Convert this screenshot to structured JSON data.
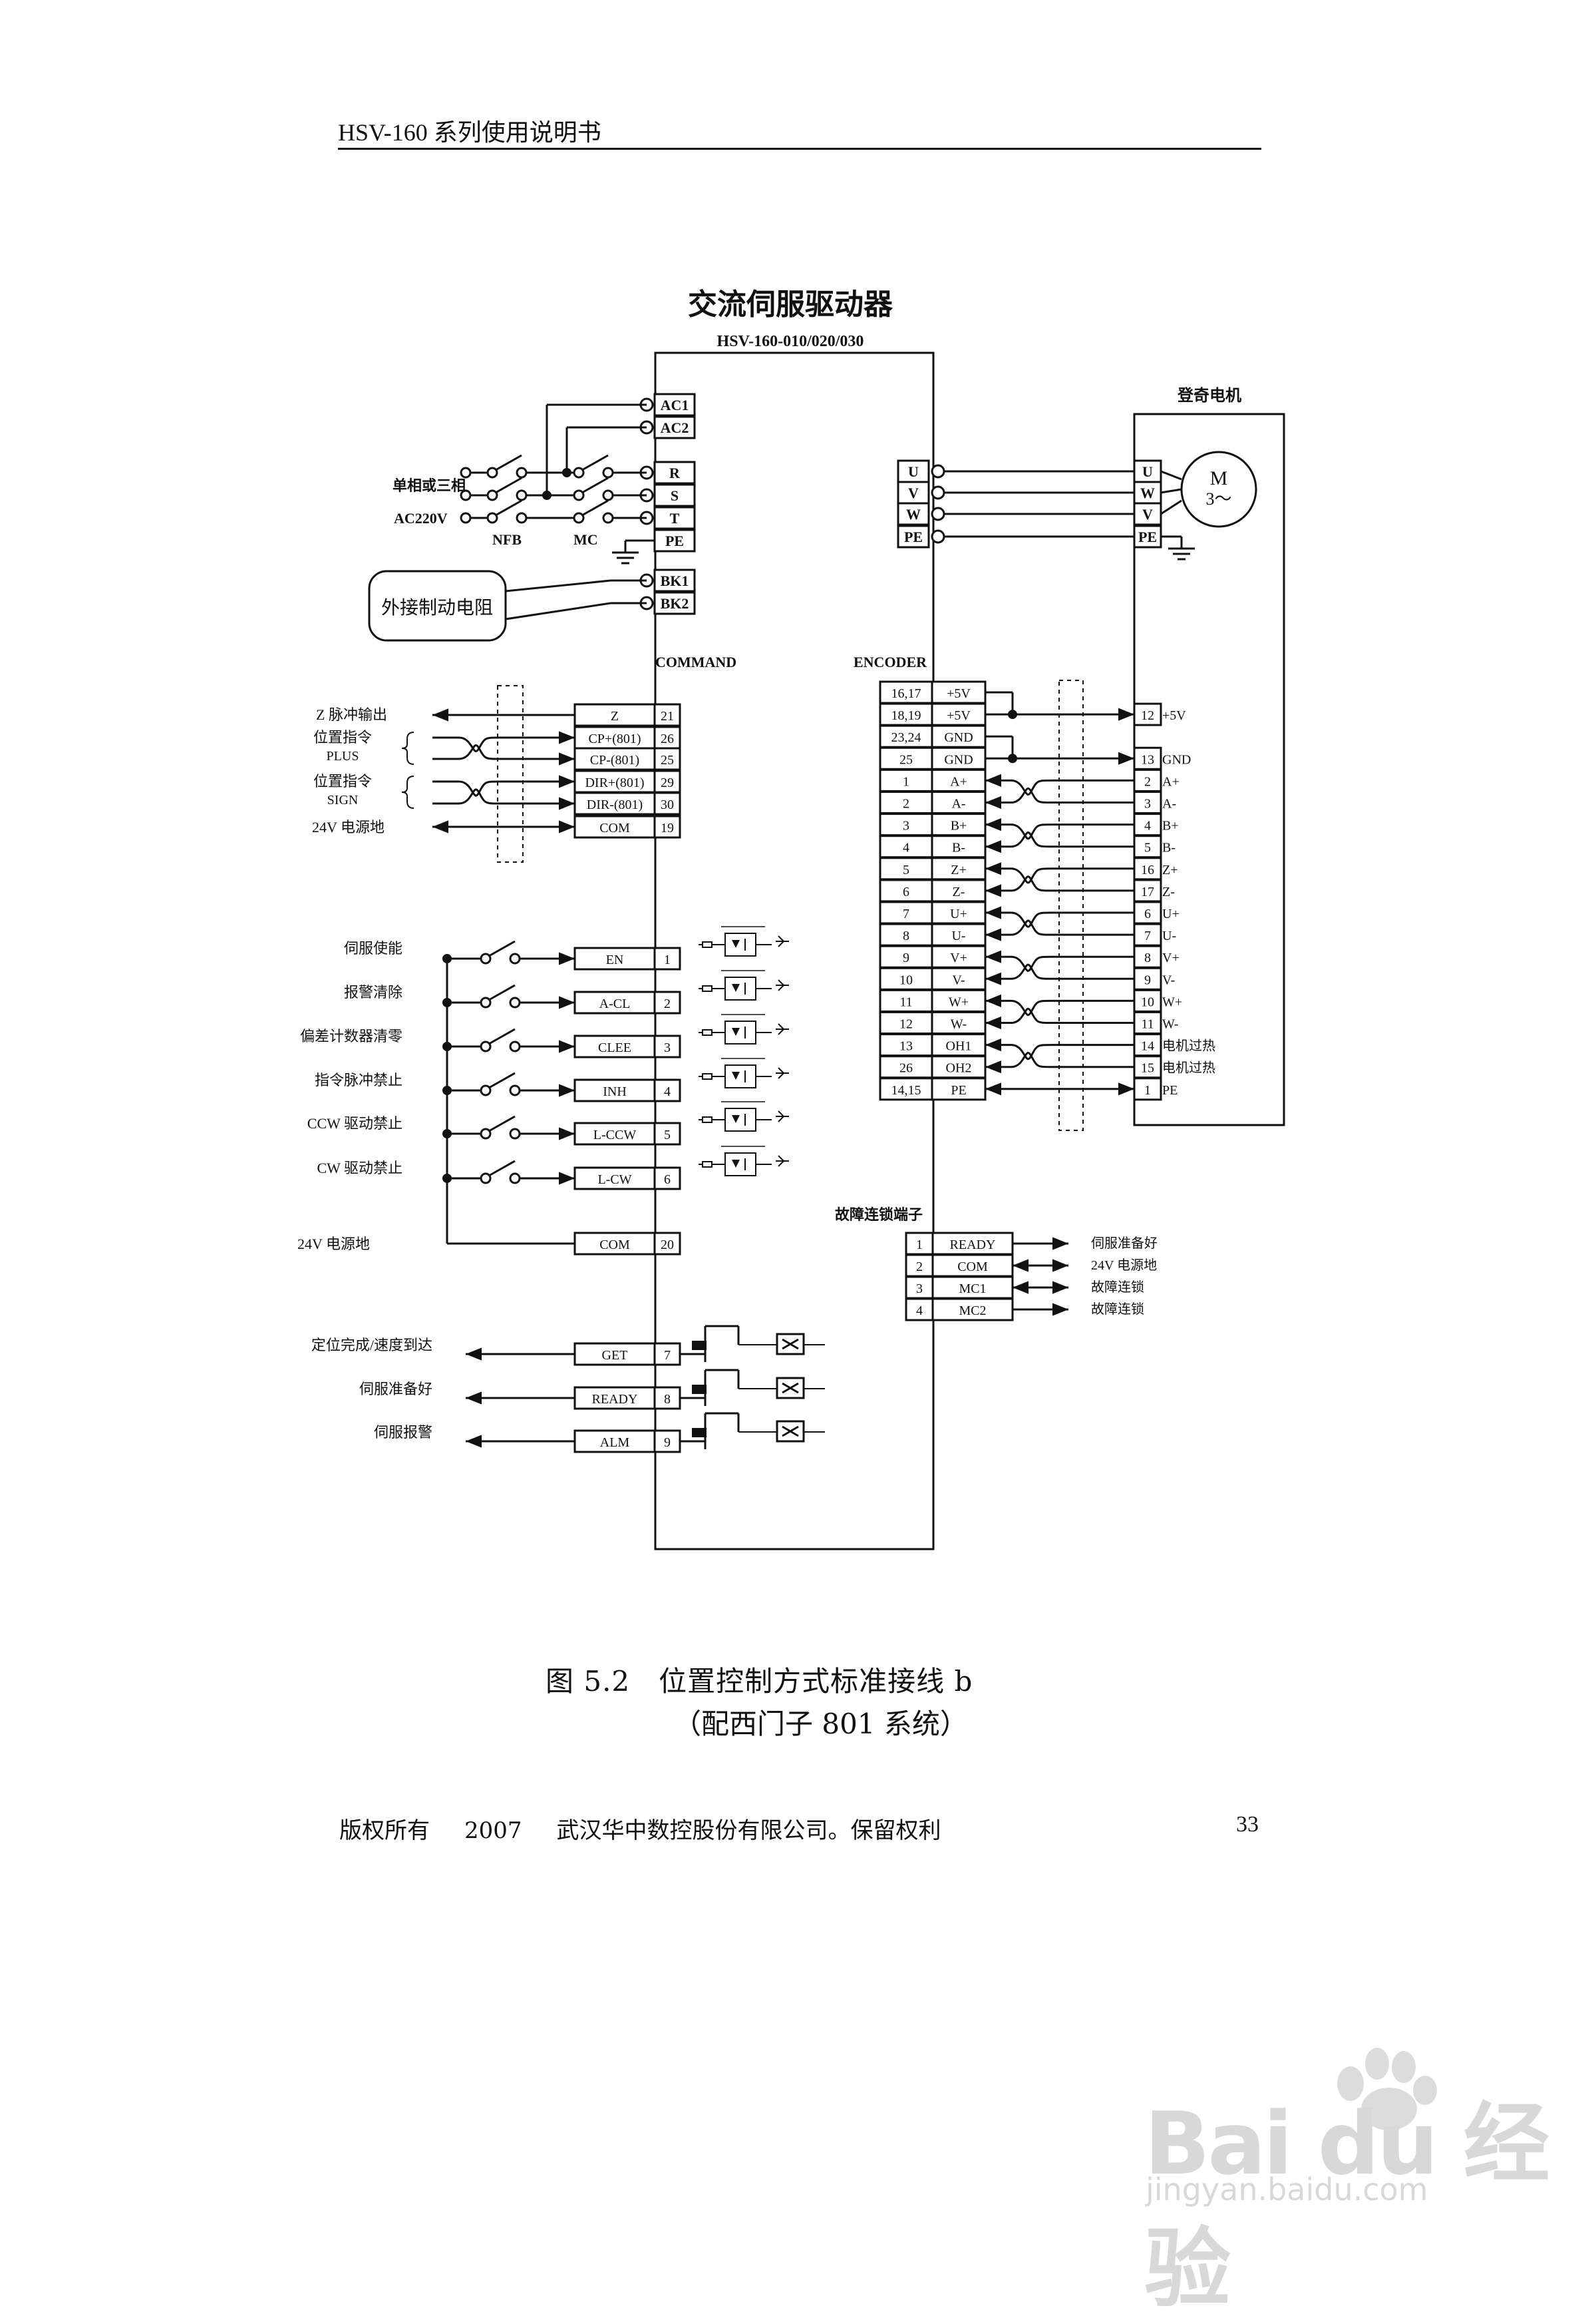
{
  "header": {
    "title": "HSV-160 系列使用说明书"
  },
  "diagram": {
    "title": "交流伺服驱动器",
    "model": "HSV-160-010/020/030",
    "motor_title": "登奇电机",
    "motor_symbol": "M",
    "motor_phase": "3～",
    "power": {
      "ac_terms": [
        "AC1",
        "AC2"
      ],
      "main_terms": [
        "R",
        "S",
        "T",
        "PE"
      ],
      "brake_terms": [
        "BK1",
        "BK2"
      ],
      "input_label": "单相或三相",
      "voltage_label": "AC220V",
      "nfb": "NFB",
      "mc": "MC",
      "brake_resistor": "外接制动电阻"
    },
    "motor_out": {
      "drive_terms": [
        "U",
        "V",
        "W",
        "PE"
      ],
      "motor_terms": [
        "U",
        "W",
        "V",
        "PE"
      ]
    },
    "command": {
      "title": "COMMAND",
      "rows": [
        {
          "name": "Z",
          "pin": "21"
        },
        {
          "name": "CP+(801)",
          "pin": "26"
        },
        {
          "name": "CP-(801)",
          "pin": "25"
        },
        {
          "name": "DIR+(801)",
          "pin": "29"
        },
        {
          "name": "DIR-(801)",
          "pin": "30"
        },
        {
          "name": "COM",
          "pin": "19"
        }
      ],
      "labels": {
        "z": "Z 脉冲输出",
        "plus1": "位置指令",
        "plus2": "PLUS",
        "sign1": "位置指令",
        "sign2": "SIGN",
        "gnd": "24V 电源地"
      }
    },
    "inputs": {
      "rows": [
        {
          "label": "伺服使能",
          "name": "EN",
          "pin": "1"
        },
        {
          "label": "报警清除",
          "name": "A-CL",
          "pin": "2"
        },
        {
          "label": "偏差计数器清零",
          "name": "CLEE",
          "pin": "3"
        },
        {
          "label": "指令脉冲禁止",
          "name": "INH",
          "pin": "4"
        },
        {
          "label": "CCW 驱动禁止",
          "name": "L-CCW",
          "pin": "5"
        },
        {
          "label": "CW 驱动禁止",
          "name": "L-CW",
          "pin": "6"
        }
      ],
      "com": {
        "label": "24V 电源地",
        "name": "COM",
        "pin": "20"
      }
    },
    "outputs": {
      "rows": [
        {
          "label": "定位完成/速度到达",
          "name": "GET",
          "pin": "7"
        },
        {
          "label": "伺服准备好",
          "name": "READY",
          "pin": "8"
        },
        {
          "label": "伺服报警",
          "name": "ALM",
          "pin": "9"
        }
      ]
    },
    "encoder": {
      "title": "ENCODER",
      "rows": [
        {
          "pin": "16,17",
          "name": "+5V",
          "mpin": "",
          "mname": ""
        },
        {
          "pin": "18,19",
          "name": "+5V",
          "mpin": "12",
          "mname": "+5V"
        },
        {
          "pin": "23,24",
          "name": "GND",
          "mpin": "",
          "mname": ""
        },
        {
          "pin": "25",
          "name": "GND",
          "mpin": "13",
          "mname": "GND"
        },
        {
          "pin": "1",
          "name": "A+",
          "mpin": "2",
          "mname": "A+"
        },
        {
          "pin": "2",
          "name": "A-",
          "mpin": "3",
          "mname": "A-"
        },
        {
          "pin": "3",
          "name": "B+",
          "mpin": "4",
          "mname": "B+"
        },
        {
          "pin": "4",
          "name": "B-",
          "mpin": "5",
          "mname": "B-"
        },
        {
          "pin": "5",
          "name": "Z+",
          "mpin": "16",
          "mname": "Z+"
        },
        {
          "pin": "6",
          "name": "Z-",
          "mpin": "17",
          "mname": "Z-"
        },
        {
          "pin": "7",
          "name": "U+",
          "mpin": "6",
          "mname": "U+"
        },
        {
          "pin": "8",
          "name": "U-",
          "mpin": "7",
          "mname": "U-"
        },
        {
          "pin": "9",
          "name": "V+",
          "mpin": "8",
          "mname": "V+"
        },
        {
          "pin": "10",
          "name": "V-",
          "mpin": "9",
          "mname": "V-"
        },
        {
          "pin": "11",
          "name": "W+",
          "mpin": "10",
          "mname": "W+"
        },
        {
          "pin": "12",
          "name": "W-",
          "mpin": "11",
          "mname": "W-"
        },
        {
          "pin": "13",
          "name": "OH1",
          "mpin": "14",
          "mname": "电机过热"
        },
        {
          "pin": "26",
          "name": "OH2",
          "mpin": "15",
          "mname": "电机过热"
        },
        {
          "pin": "14,15",
          "name": "PE",
          "mpin": "1",
          "mname": "PE"
        }
      ]
    },
    "fault": {
      "title": "故障连锁端子",
      "rows": [
        {
          "pin": "1",
          "name": "READY",
          "label": "伺服准备好"
        },
        {
          "pin": "2",
          "name": "COM",
          "label": "24V 电源地"
        },
        {
          "pin": "3",
          "name": "MC1",
          "label": "故障连锁"
        },
        {
          "pin": "4",
          "name": "MC2",
          "label": "故障连锁"
        }
      ]
    }
  },
  "caption": {
    "line1": "图 5.2　位置控制方式标准接线 b",
    "line2": "（配西门子 801 系统）"
  },
  "footer": {
    "copyright": "版权所有",
    "year": "2007",
    "company": "武汉华中数控股份有限公司。保留权利",
    "page": "33"
  },
  "watermark": {
    "brand": "Bai du 经验",
    "url": "jingyan.baidu.com"
  }
}
